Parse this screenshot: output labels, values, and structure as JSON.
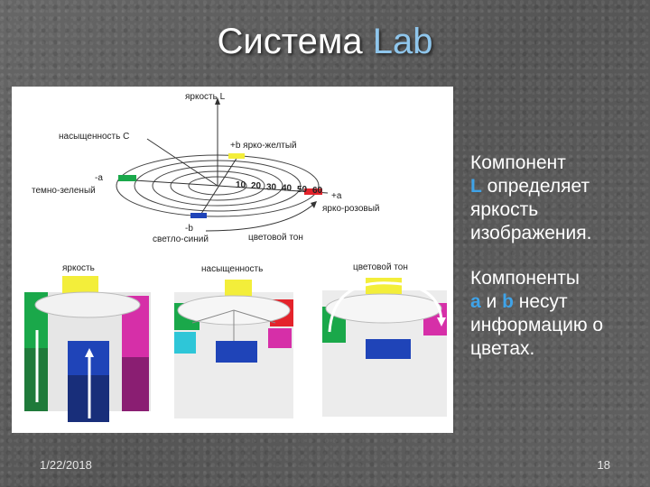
{
  "slide": {
    "title_main": "Система",
    "title_accent": "Lab"
  },
  "figure": {
    "labels": {
      "axis_l": "яркость L",
      "saturation": "насыщенность C",
      "plus_b": "+b  ярко-желтый",
      "minus_a": "-a",
      "dark_green": "темно-зеленый",
      "plus_a": "+a",
      "bright_pink": "ярко-розовый",
      "minus_b": "-b",
      "light_blue": "светло-синий",
      "hue": "цветовой тон",
      "bottom_brightness": "яркость",
      "bottom_saturation": "насыщенность",
      "bottom_hue": "цветовой тон"
    },
    "ring_scale": [
      "10",
      "20",
      "30",
      "40",
      "50",
      "60"
    ],
    "colors": {
      "yellow": "#f3ee3a",
      "green": "#1aa84a",
      "red": "#e4232b",
      "blue": "#1f44b8",
      "magenta": "#d62fa8",
      "cyan": "#2ec6d8"
    }
  },
  "text": {
    "p1_prefix": "Компонент",
    "p1_letter": "L",
    "p1_rest": "определяет яркость изображения.",
    "p2_prefix": "Компоненты",
    "p2_a": "a",
    "p2_and": "и",
    "p2_b": "b",
    "p2_rest": "несут информацию о цветах."
  },
  "footer": {
    "date": "1/22/2018",
    "page": "18"
  }
}
